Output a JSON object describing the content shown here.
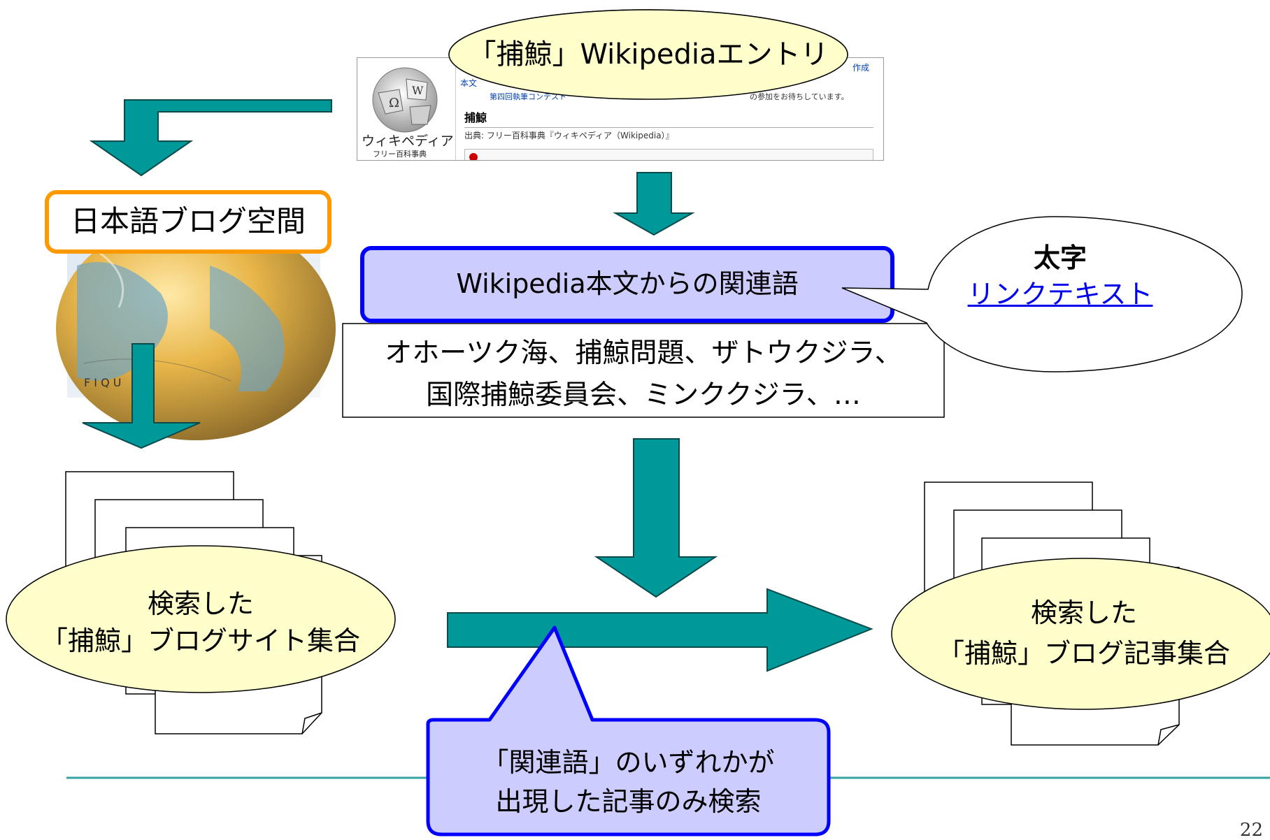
{
  "wiki_callout": {
    "title": "「捕鯨」Wikipediaエントリ"
  },
  "wiki_screenshot": {
    "logo_text": "ウィキペディア",
    "logo_subtext": "フリー百科事典",
    "tab_label": "本文",
    "tab_right_label": "作成",
    "notice": "第四回執筆コンテスト",
    "notice_tail": "の参加をお待ちしています。",
    "article_title": "捕鯨",
    "article_source": "出典: フリー百科事典『ウィキペディア（Wikipedia）』"
  },
  "blog_space": {
    "label": "日本語ブログ空間"
  },
  "related_terms": {
    "header": "Wikipedia本文からの関連語",
    "line1": "オホーツク海、捕鯨問題、ザトウクジラ、",
    "line2": "国際捕鯨委員会、ミンククジラ、…"
  },
  "source_callout": {
    "bold_label": "太字",
    "link_label": "リンクテキスト"
  },
  "blog_sites": {
    "line1": "検索した",
    "line2": "「捕鯨」ブログサイト集合"
  },
  "blog_articles": {
    "line1": "検索した",
    "line2": "「捕鯨」ブログ記事集合"
  },
  "filter_callout": {
    "line1": "「関連語」のいずれかが",
    "line2": "出現した記事のみ検索"
  },
  "page_number": "22",
  "colors": {
    "arrow": "#009999",
    "arrow_stroke": "#0a4a4a",
    "blue_box_fill": "#ccccff",
    "blue_box_stroke": "#0000ff",
    "ellipse_fill": "#ffffcc",
    "orange_border": "#ff9900",
    "divider": "#33a3a3"
  }
}
